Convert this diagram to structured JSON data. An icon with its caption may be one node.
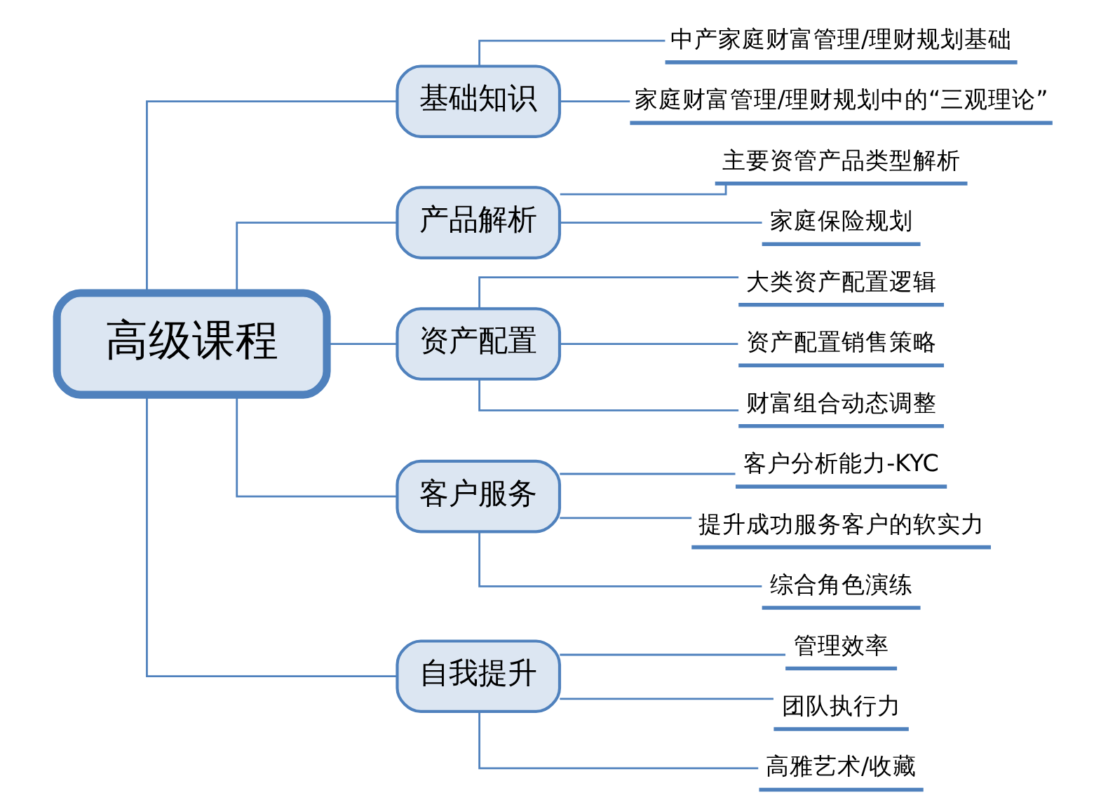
{
  "diagram": {
    "nodes": [
      {
        "text": [
          "高级课程"
        ]
      },
      {
        "text": [
          "基础知识"
        ]
      },
      {
        "text": [
          "中产家庭财富管理/理财规划基础"
        ]
      },
      {
        "text": [
          "家庭财富管理/理财规划中的“三观理论”"
        ]
      },
      {
        "text": [
          "产品解析"
        ]
      },
      {
        "text": [
          "主要资管产品类型解析"
        ]
      },
      {
        "text": [
          "家庭保险规划"
        ]
      },
      {
        "text": [
          "资产配置"
        ]
      },
      {
        "text": [
          "大类资产配置逻辑"
        ]
      },
      {
        "text": [
          "资产配置销售策略"
        ]
      },
      {
        "text": [
          "财富组合动态调整"
        ]
      },
      {
        "text": [
          "客户服务"
        ]
      },
      {
        "text": [
          "客户分析能力-KYC"
        ]
      },
      {
        "text": [
          "提升成功服务客户的软实力"
        ]
      },
      {
        "text": [
          "综合角色演练"
        ]
      },
      {
        "text": [
          "自我提升"
        ]
      },
      {
        "text": [
          "管理效率"
        ]
      },
      {
        "text": [
          "团队执行力"
        ]
      },
      {
        "text": [
          "高雅艺术/收藏"
        ]
      }
    ],
    "edges": [
      {
        "from": 0,
        "to": 1,
        "arrow": "none"
      },
      {
        "from": 1,
        "to": 2,
        "arrow": "none"
      },
      {
        "from": 1,
        "to": 3,
        "arrow": "none"
      },
      {
        "from": 0,
        "to": 4,
        "arrow": "none"
      },
      {
        "from": 4,
        "to": 5,
        "arrow": "none"
      },
      {
        "from": 4,
        "to": 6,
        "arrow": "none"
      },
      {
        "from": 0,
        "to": 7,
        "arrow": "none"
      },
      {
        "from": 7,
        "to": 8,
        "arrow": "none"
      },
      {
        "from": 7,
        "to": 9,
        "arrow": "none"
      },
      {
        "from": 7,
        "to": 10,
        "arrow": "none"
      },
      {
        "from": 0,
        "to": 11,
        "arrow": "none"
      },
      {
        "from": 11,
        "to": 12,
        "arrow": "none"
      },
      {
        "from": 11,
        "to": 13,
        "arrow": "none"
      },
      {
        "from": 11,
        "to": 14,
        "arrow": "none"
      },
      {
        "from": 0,
        "to": 15,
        "arrow": "none"
      },
      {
        "from": 15,
        "to": 16,
        "arrow": "none"
      },
      {
        "from": 15,
        "to": 17,
        "arrow": "none"
      },
      {
        "from": 15,
        "to": 18,
        "arrow": "none"
      }
    ]
  }
}
